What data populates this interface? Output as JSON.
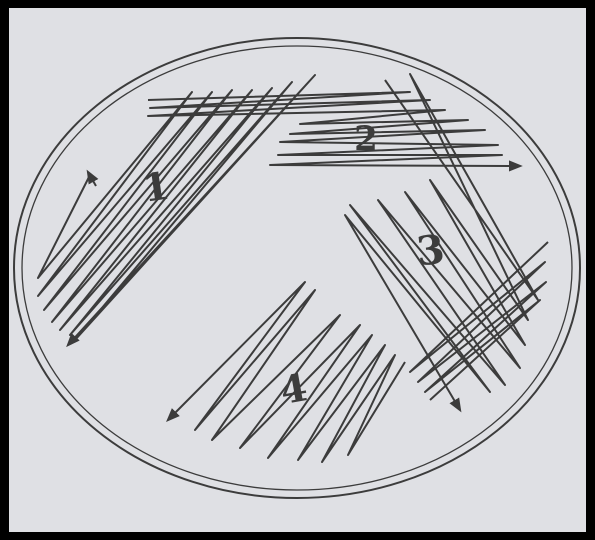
{
  "image": {
    "description_kind": "streak plate diagram on paper",
    "colors": {
      "frame": "#000000",
      "paper": "#dfe0e4",
      "ink": "#3c3c3c"
    }
  },
  "diagram": {
    "plate": {
      "shape": "petri-dish",
      "rings": 2
    },
    "sections": [
      {
        "id": "1",
        "label": "1",
        "streak_count": 8,
        "arrow": "down-left"
      },
      {
        "id": "2",
        "label": "2",
        "streak_count": 6,
        "arrow": "right"
      },
      {
        "id": "3",
        "label": "3",
        "streak_count": 6,
        "arrow": "down"
      },
      {
        "id": "4",
        "label": "4",
        "streak_count": 7,
        "arrow": "down-left"
      }
    ]
  }
}
